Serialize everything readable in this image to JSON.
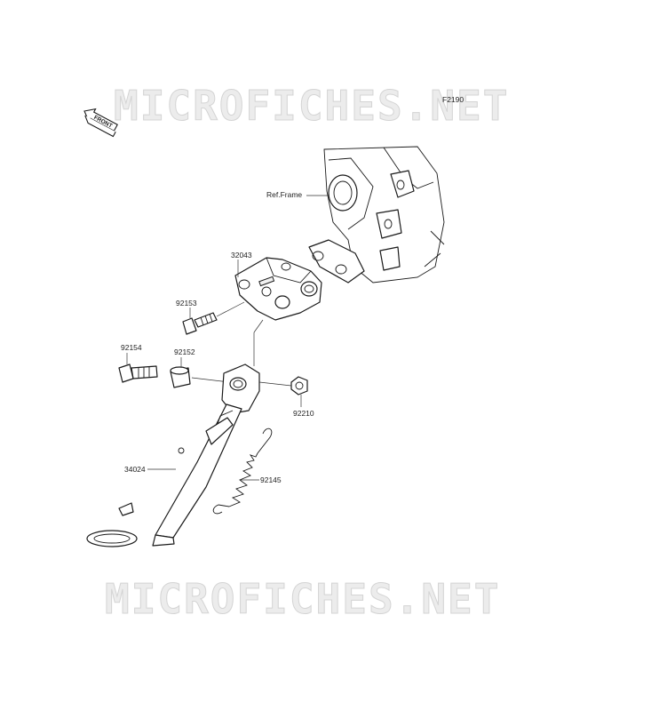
{
  "diagram": {
    "code": "F2190",
    "front_label": "FRONT",
    "watermark_text": "MICROFICHES.NET",
    "ref_label": "Ref.Frame",
    "parts": [
      {
        "id": "32043"
      },
      {
        "id": "92153"
      },
      {
        "id": "92154"
      },
      {
        "id": "92152"
      },
      {
        "id": "92210"
      },
      {
        "id": "34024"
      },
      {
        "id": "92145"
      }
    ]
  }
}
